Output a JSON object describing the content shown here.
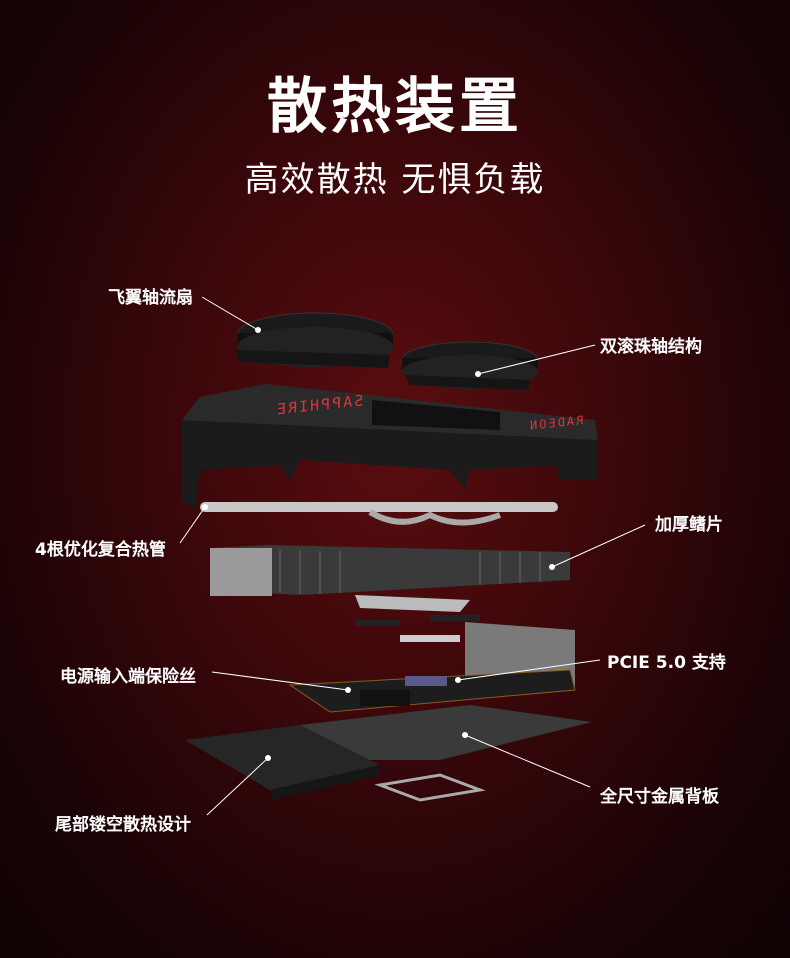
{
  "header": {
    "title": "散热装置",
    "subtitle": "高效散热 无惧负载"
  },
  "labels": {
    "fan": "飞翼轴流扇",
    "bearing": "双滚珠轴结构",
    "heatpipe": "4根优化复合热管",
    "fins": "加厚鳍片",
    "fuse": "电源输入端保险丝",
    "pcie": "PCIE 5.0 支持",
    "backplate": "全尺寸金属背板",
    "vented_tail": "尾部镂空散热设计"
  },
  "brand": {
    "shroud_left": "SAPPHIRE",
    "shroud_right": "RADEON"
  },
  "colors": {
    "background": "#3a070a",
    "accent": "#e0333a",
    "text": "#ffffff"
  }
}
